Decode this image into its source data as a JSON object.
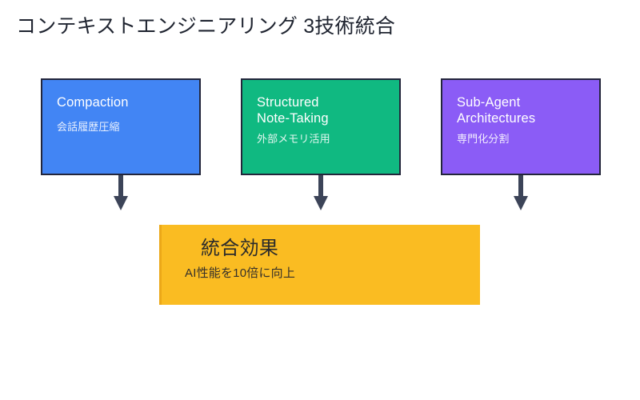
{
  "diagram": {
    "title": "コンテキストエンジニアリング 3技術統合",
    "background_color": "#ffffff",
    "title_color": "#1f2430",
    "arrow_color": "#3c4458",
    "border_color": "#23263b",
    "cards": [
      {
        "id": "compaction",
        "title": "Compaction",
        "subtitle": "会話履歴圧縮",
        "color": "#4285f4"
      },
      {
        "id": "structured-note-taking",
        "title": "Structured\nNote-Taking",
        "subtitle": "外部メモリ活用",
        "color": "#10b981"
      },
      {
        "id": "sub-agent-architectures",
        "title": "Sub-Agent\nArchitectures",
        "subtitle": "専門化分割",
        "color": "#8b5cf6"
      }
    ],
    "result": {
      "id": "integration-effect",
      "title": "統合効果",
      "subtitle": "AI性能を10倍に向上",
      "color": "#fabc22",
      "text_color": "#2b2b2b"
    },
    "connectors": [
      {
        "id": "arrow-compaction-to-result",
        "icon": "down-arrow-icon"
      },
      {
        "id": "arrow-note-taking-to-result",
        "icon": "down-arrow-icon"
      },
      {
        "id": "arrow-sub-agent-to-result",
        "icon": "down-arrow-icon"
      }
    ]
  }
}
